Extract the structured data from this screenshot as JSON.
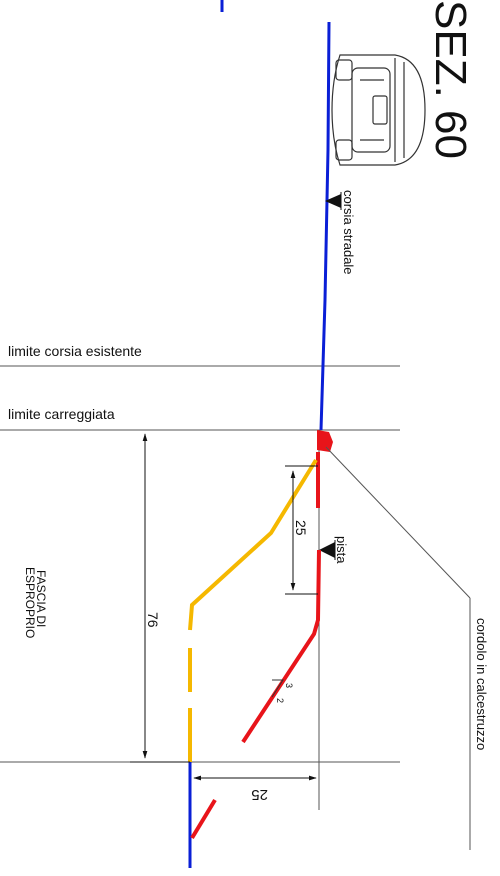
{
  "section_title": "SEZ. 60",
  "labels": {
    "corsia_stradale": "corsia stradale",
    "limite_corsia_esistente": "limite corsia esistente",
    "limite_carreggiata": "limite carreggiata",
    "fascia_line1": "FASCIA DI",
    "fascia_line2": "ESPROPRIO",
    "pista": "pista",
    "cordolo": "cordolo in calcestruzzo"
  },
  "dimensions": {
    "pista_width": "25",
    "esproprio_width": "76",
    "offset_width": "25"
  },
  "slope": {
    "rise": "3",
    "run": "2"
  },
  "colors": {
    "road": "#0a1fd6",
    "new_profile": "#e8141a",
    "existing_profile": "#f5b800",
    "curb": "#e8141a",
    "lines": "#555555"
  }
}
